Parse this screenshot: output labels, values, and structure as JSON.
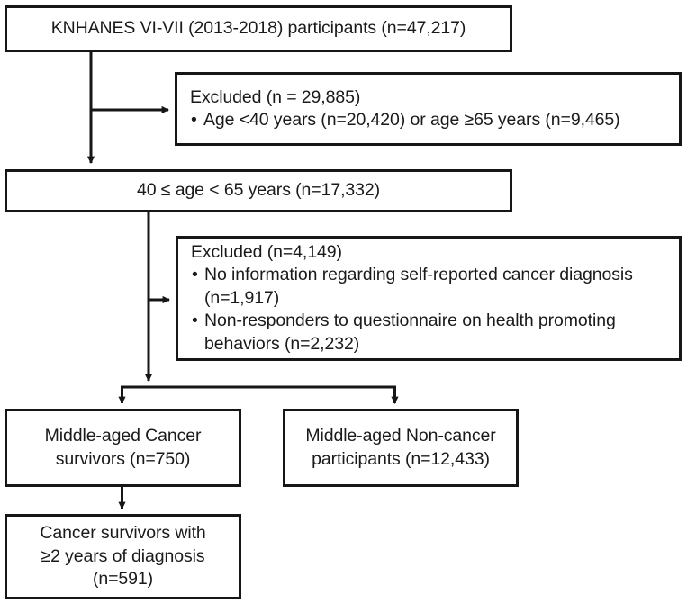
{
  "figure": {
    "type": "participant-flow-diagram",
    "stroke_color": "#161616",
    "text_color": "#1a1a1a",
    "background_color": "#ffffff"
  },
  "nodes": {
    "total": {
      "label": "KNHANES VI-VII (2013-2018) participants (n=47,217)",
      "count": "47,217"
    },
    "excluded_1": {
      "heading": "Excluded (n = 29,885)",
      "bullets": [
        "Age <40 years (n=20,420) or age ≥65 years (n=9,465)"
      ]
    },
    "age_range": {
      "label": "40 ≤ age < 65 years (n=17,332)",
      "count": "17,332"
    },
    "excluded_2": {
      "heading": "Excluded (n=4,149)",
      "bullets": [
        "No information regarding self-reported cancer diagnosis (n=1,917)",
        "Non-responders to questionnaire on health promoting behaviors (n=2,232)"
      ]
    },
    "cancer_survivors": {
      "label": "Middle-aged Cancer\nsurvivors (n=750)",
      "count": "750"
    },
    "non_cancer": {
      "label": "Middle-aged Non-cancer\nparticipants (n=12,433)",
      "count": "12,433"
    },
    "survivors_2y": {
      "label": "Cancer survivors with\n≥2 years of diagnosis\n(n=591)",
      "count": "591"
    }
  },
  "connectors": [
    {
      "name": "total-to-agerange",
      "from": "total",
      "to": "age_range",
      "arrow": true
    },
    {
      "name": "total-to-excluded-1",
      "from": "total",
      "to": "excluded_1",
      "arrow": true
    },
    {
      "name": "agerange-to-split",
      "from": "age_range",
      "to": "split",
      "arrow": true
    },
    {
      "name": "agerange-to-excluded-2",
      "from": "age_range",
      "to": "excluded_2",
      "arrow": true
    },
    {
      "name": "split-to-cancer-survivors",
      "from": "split",
      "to": "cancer_survivors",
      "arrow": true
    },
    {
      "name": "split-to-non-cancer",
      "from": "split",
      "to": "non_cancer",
      "arrow": true
    },
    {
      "name": "cancer-survivors-to-survivors-2y",
      "from": "cancer_survivors",
      "to": "survivors_2y",
      "arrow": true
    }
  ]
}
